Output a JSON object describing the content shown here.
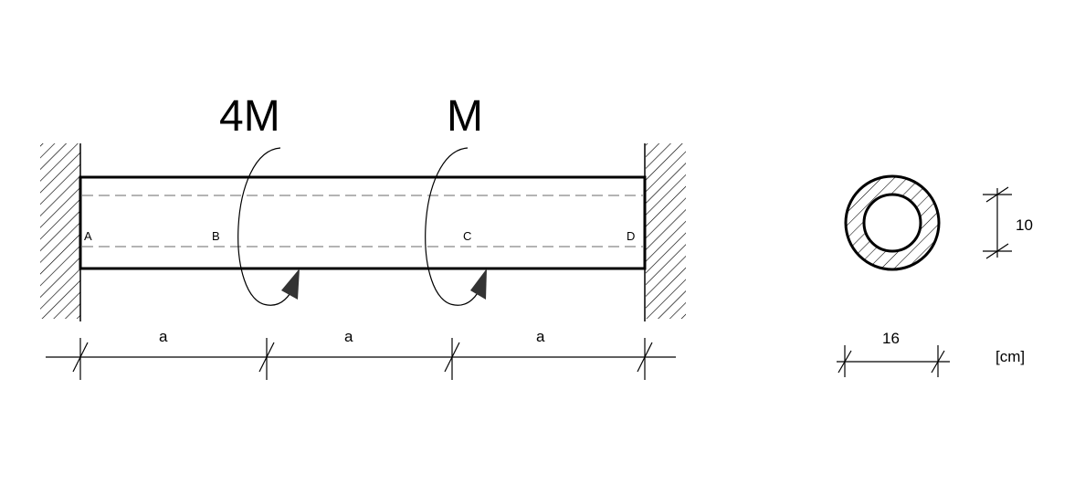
{
  "moments": {
    "m1": "4M",
    "m2": "M"
  },
  "points": {
    "a": "A",
    "b": "B",
    "c": "C",
    "d": "D"
  },
  "spans": {
    "s1": "a",
    "s2": "a",
    "s3": "a"
  },
  "section": {
    "outer_diameter": "16",
    "inner_diameter": "10",
    "unit": "[cm]"
  }
}
